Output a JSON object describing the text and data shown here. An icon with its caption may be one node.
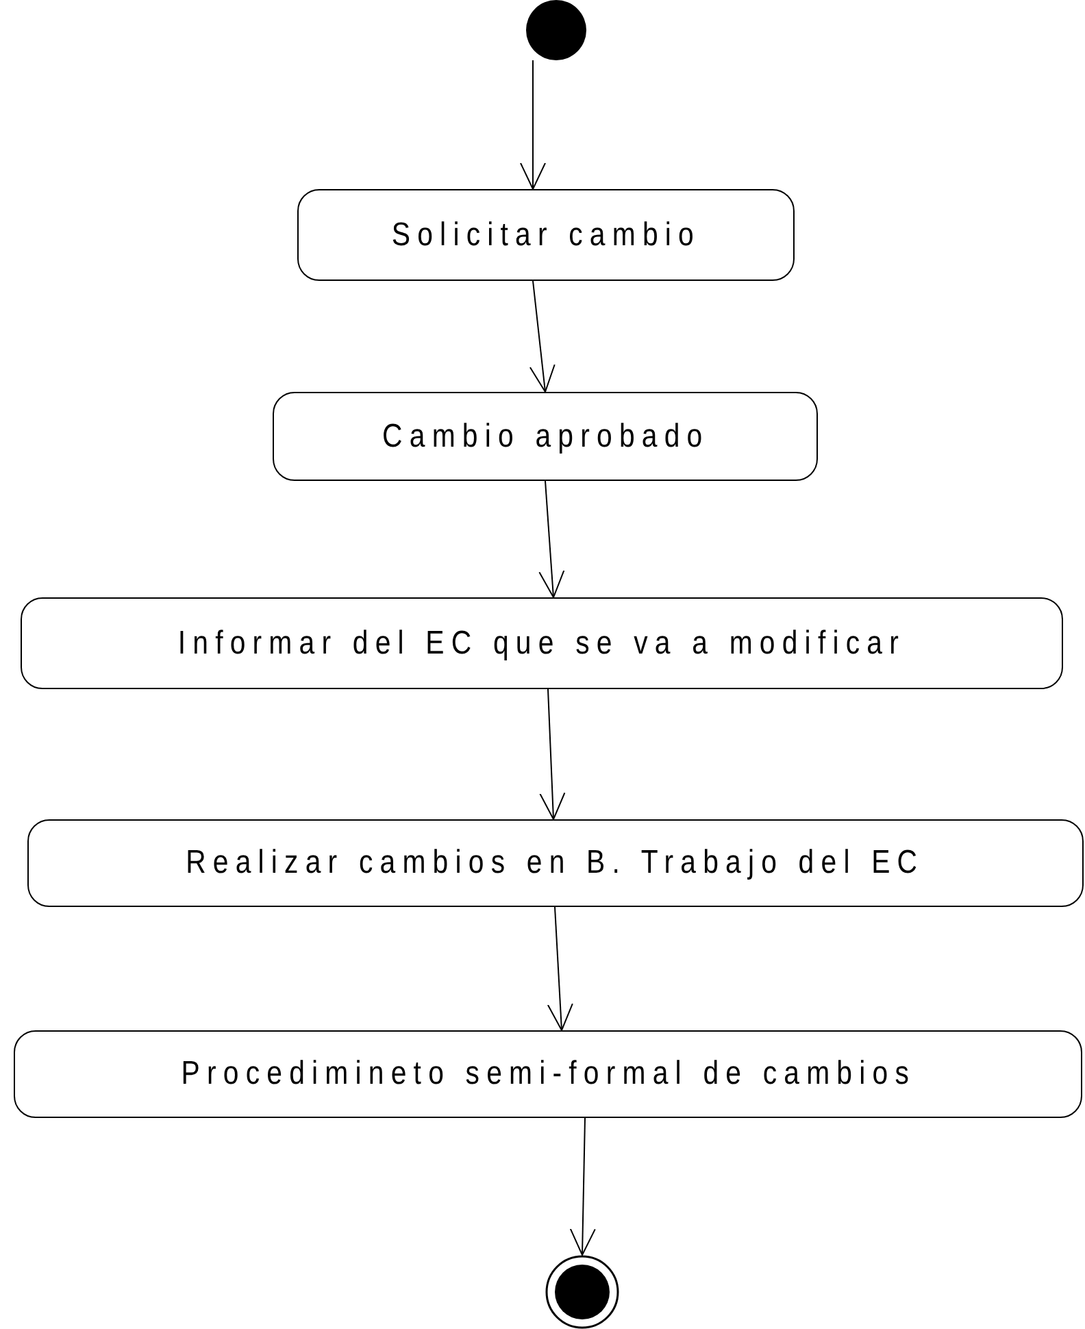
{
  "diagram": {
    "nodes": [
      {
        "text": [],
        "shape": "circle"
      },
      {
        "text": [
          "Solicitar cambio"
        ]
      },
      {
        "text": [
          "Cambio aprobado"
        ]
      },
      {
        "text": [
          "Informar del EC que se va a modificar"
        ]
      },
      {
        "text": [
          "Realizar cambios en B. Trabajo del EC"
        ]
      },
      {
        "text": [
          "Procedimineto semi-formal de cambios"
        ]
      },
      {
        "text": [],
        "shape": "bullseye"
      }
    ],
    "edges": [
      {
        "from": 0,
        "to": 1,
        "arrow": "to"
      },
      {
        "from": 1,
        "to": 2,
        "arrow": "to"
      },
      {
        "from": 2,
        "to": 3,
        "arrow": "to"
      },
      {
        "from": 3,
        "to": 4,
        "arrow": "to"
      },
      {
        "from": 4,
        "to": 5,
        "arrow": "to"
      },
      {
        "from": 5,
        "to": 6,
        "arrow": "to"
      }
    ]
  }
}
